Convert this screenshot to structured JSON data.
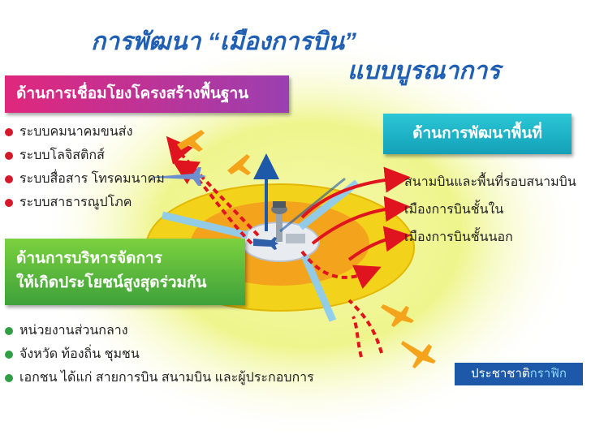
{
  "title": {
    "line1_prefix": "การพัฒนา ",
    "line1_quoted": "“เมืองการบิน”",
    "line2": "แบบบูรณาการ"
  },
  "sections": {
    "connectivity": {
      "heading": "ด้านการเชื่อมโยงโครงสร้างพื้นฐาน",
      "items": [
        "ระบบคมนาคมขนส่ง",
        "ระบบโลจิสติกส์",
        "ระบบสื่อสาร โทรคมนาคม",
        "ระบบสาธารณูปโภค"
      ]
    },
    "area_development": {
      "heading": "ด้านการพัฒนาพื้นที่",
      "items": [
        "สนามบินและพื้นที่รอบสนามบิน",
        "เมืองการบินชั้นใน",
        "เมืองการบินชั้นนอก"
      ]
    },
    "management": {
      "heading_line1": "ด้านการบริหารจัดการ",
      "heading_line2": "ให้เกิดประโยชน์สูงสุดร่วมกัน",
      "items": [
        "หน่วยงานส่วนกลาง",
        "จังหวัด ท้องถิ่น ชุมชน",
        "เอกชน ได้แก่ สายการบิน สนามบิน และผู้ประกอบการ"
      ]
    }
  },
  "credit": {
    "part1": "ประชาชาติ",
    "part2": "กราฟิก"
  },
  "colors": {
    "title_blue": "#1f5fb4",
    "magenta": "#e0277c",
    "teal": "#1fb3c9",
    "green": "#4cb23c",
    "red_arrow": "#e0141e",
    "ring_yellow": "#f3d21c",
    "ring_orange": "#f3a41c",
    "blue_arrow": "#1d59a8"
  }
}
